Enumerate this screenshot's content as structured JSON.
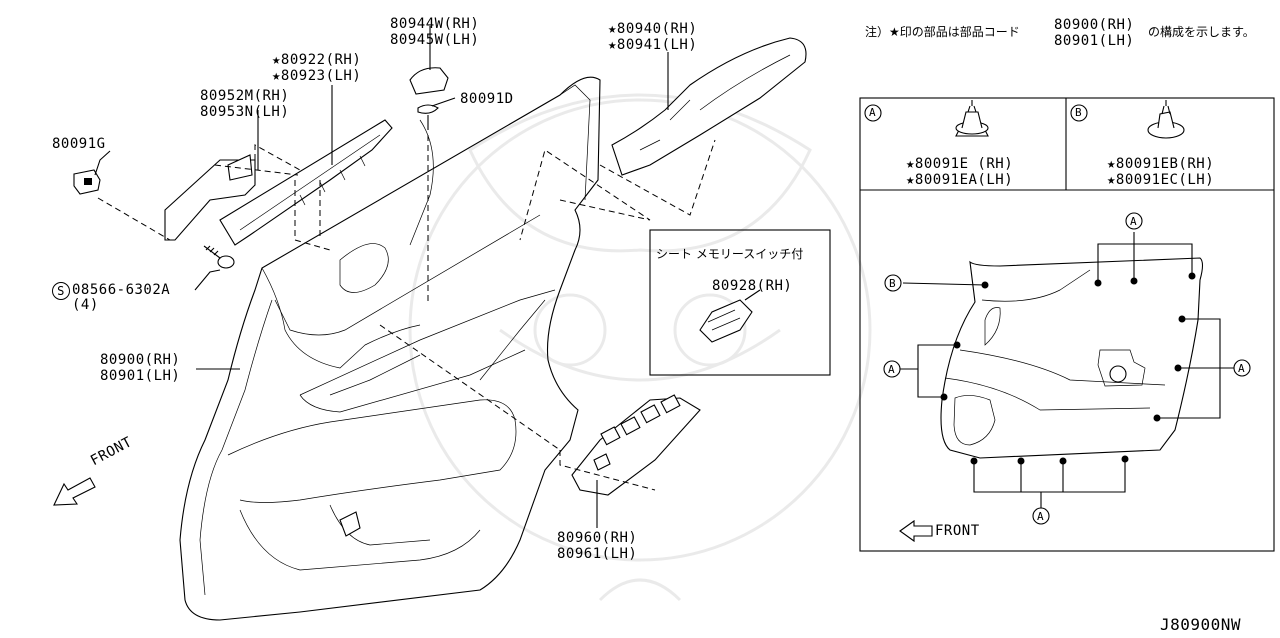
{
  "note": {
    "prefix": "注）★印の部品は部品コード",
    "codes": [
      "80900(RH)",
      "80901(LH)"
    ],
    "suffix": "の構成を示します。"
  },
  "labels": {
    "p80944": [
      "80944W(RH)",
      "80945W(LH)"
    ],
    "p80940": [
      "★80940(RH)",
      "★80941(LH)"
    ],
    "p80922": [
      "★80922(RH)",
      "★80923(LH)"
    ],
    "p80952": [
      "80952M(RH)",
      "80953N(LH)"
    ],
    "p80091g": "80091G",
    "p80091d": "80091D",
    "screw": [
      "08566-6302A",
      "(4)"
    ],
    "screw_symbol": "S",
    "p80900": [
      "80900(RH)",
      "80901(LH)"
    ],
    "p80960": [
      "80960(RH)",
      "80961(LH)"
    ]
  },
  "front_main": "FRONT",
  "memory_box": {
    "title": "シート メモリースイッチ付",
    "part": "80928(RH)"
  },
  "clip_box": {
    "a_letter": "A",
    "b_letter": "B",
    "a_parts": [
      "★80091E (RH)",
      "★80091EA(LH)"
    ],
    "b_parts": [
      "★80091EB(RH)",
      "★80091EC(LH)"
    ],
    "front": "FRONT"
  },
  "diagram_code": "J80900NW"
}
